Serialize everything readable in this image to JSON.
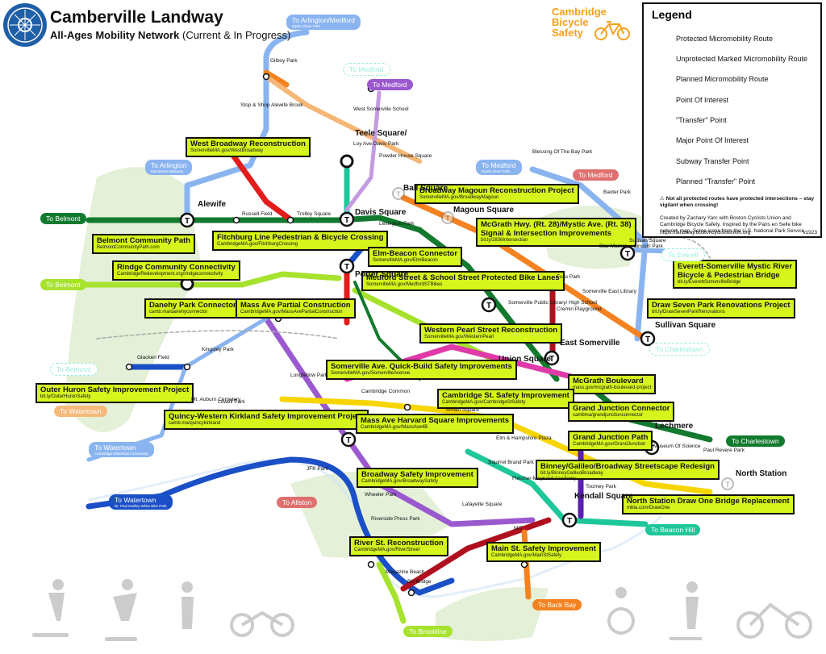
{
  "title": "Camberville Landway",
  "subtitle_bold": "All-Ages Mobility Network",
  "subtitle_rest": "(Current & In Progress)",
  "brand": [
    "Cambridge",
    "Bicycle",
    "Safety"
  ],
  "legend": {
    "title": "Legend",
    "items": [
      {
        "label": "Protected Micromobility Route",
        "symbol": "protected-route"
      },
      {
        "label": "Unprotected Marked Micromobility Route",
        "symbol": "unprotected-route"
      },
      {
        "label": "Planned Micromobility Route",
        "symbol": "planned-route"
      },
      {
        "label": "Point Of Interest",
        "symbol": "poi-dot"
      },
      {
        "label": "\"Transfer\" Point",
        "symbol": "transfer-dot"
      },
      {
        "label": "Major Point Of Interest",
        "symbol": "major-poi"
      },
      {
        "label": "Subway Transfer Point",
        "symbol": "subway-transfer"
      },
      {
        "label": "Planned \"Transfer\" Point",
        "symbol": "planned-transfer"
      }
    ],
    "warning": "Not all protected routes have protected intersections – stay vigilant when crossing!",
    "credits": "Created by Zachary Yarc with Boston Cyclists Union and Cambridge Bicycle Safety. Inspired by the Paris en Selle bike network map. Some icons from the U.S. National Park Service.",
    "url": "https://landway.bostoncyclistsunion.org",
    "version": "v1923"
  },
  "colors": {
    "red": "#e31c1c",
    "orange": "#f58220",
    "green": "#127a2e",
    "lime": "#a6e22e",
    "blue": "#1a4fc7",
    "lightblue": "#8ab4f0",
    "purple": "#9b59d0",
    "teal": "#1ec79a",
    "yellow": "#f7d500",
    "magenta": "#e03aa8",
    "darkred": "#b00f1e",
    "brown": "#8b5a2b",
    "gray": "#999999",
    "parkgreen": "#e4f0d7",
    "highlight": "#d6f51c"
  },
  "callouts": [
    {
      "title": "West Broadway Reconstruction",
      "url": "SomervilleMA.gov/WestBroadway"
    },
    {
      "title": "Broadway Magoun Reconstruction Project",
      "url": "SomervilleMA.gov/BroadwayMagoun"
    },
    {
      "title": "McGrath Hwy. (Rt. 28)/Mystic Ave. (Rt. 38)",
      "title2": "Signal & Intersection Improvements",
      "url": "bit.ly/2836Intersection"
    },
    {
      "title": "Belmont Community Path",
      "url": "BelmontCommunityPath.com"
    },
    {
      "title": "Fitchburg Line Pedestrian & Bicycle Crossing",
      "url": "CambridgeMA.gov/FitchburgCrossing"
    },
    {
      "title": "Elm-Beacon Connector",
      "url": "SomervilleMA.gov/ElmBeacon"
    },
    {
      "title": "Rindge Community Connectivity",
      "url": "CambridgeRedevelopment.org/rindgeconnectivity"
    },
    {
      "title": "Medford Street & School Street Protected Bike Lanes",
      "url": "SomervilleMA.gov/MedfordSTBikes"
    },
    {
      "title": "Everett-Somerville Mystic River",
      "title2": "Bicycle & Pedestrian Bridge",
      "url": "bit.ly/EverettSomervilleBridge"
    },
    {
      "title": "Danehy Park Connector",
      "url": "camb.ma/danehyconnector"
    },
    {
      "title": "Mass Ave Partial Construction",
      "url": "CambridgeMA.gov/MassAvePartialConstruction"
    },
    {
      "title": "Draw Seven Park Renovations Project",
      "url": "bit.ly/DrawSevenParkRenovations"
    },
    {
      "title": "Western Pearl Street Reconstruction",
      "url": "SomervilleMA.gov/WesternPearl"
    },
    {
      "title": "Somerville Ave. Quick-Build Safety Improvements",
      "url": "SomervilleMA.gov/SomervilleAvenue"
    },
    {
      "title": "McGrath Boulevard",
      "url": "mass.gov/mcgrath-boulevard-project"
    },
    {
      "title": "Outer Huron Safety Improvement Project",
      "url": "bit.ly/OuterHuronSafety"
    },
    {
      "title": "Cambridge St. Safety Improvement",
      "url": "CambridgeMA.gov/CambridgeStSafety"
    },
    {
      "title": "Grand Junction Connector",
      "url": "cambma/grandjunctionconnector"
    },
    {
      "title": "Quincy-Western Kirkland Safety Improvement Project",
      "url": "camb.ma/quincykirkland"
    },
    {
      "title": "Mass Ave Harvard Square Improvements",
      "url": "CambridgeMA.gov/MassAve4B"
    },
    {
      "title": "Grand Junction Path",
      "url": "CambridgeMA.gov/GrandJunction"
    },
    {
      "title": "Binney/Galileo/Broadway Streetscape Redesign",
      "url": "bit.ly/BinneyGalileoBroadway"
    },
    {
      "title": "Broadway Safety Improvement",
      "url": "CambridgeMA.gov/BroadwaySafety"
    },
    {
      "title": "North Station Draw One Bridge Replacement",
      "url": "mbta.com/DrawOne"
    },
    {
      "title": "River St. Reconstruction",
      "url": "CambridgeMA.gov/RiverStreet"
    },
    {
      "title": "Main St. Safety Improvement",
      "url": "CambridgeMA.gov/MainStSafety"
    }
  ],
  "destinations": [
    {
      "label": "To Arlington/Medford",
      "sub": "Mystic River Path",
      "color": "#8ab4f0"
    },
    {
      "label": "To Medford",
      "sub": "",
      "color": "dashed"
    },
    {
      "label": "To Medford",
      "sub": "",
      "color": "#9b59d0"
    },
    {
      "label": "To Arlington",
      "sub": "Minuteman Bikeway",
      "color": "#8ab4f0"
    },
    {
      "label": "To Medford",
      "sub": "Mystic River Path",
      "color": "#8ab4f0"
    },
    {
      "label": "To Medford",
      "sub": "",
      "color": "#e07070"
    },
    {
      "label": "To Belmont",
      "sub": "",
      "color": "#127a2e"
    },
    {
      "label": "To Belmont",
      "sub": "",
      "color": "#a6e22e"
    },
    {
      "label": "To Everett",
      "sub": "",
      "color": "dashed"
    },
    {
      "label": "To Belmont",
      "sub": "",
      "color": "dashed"
    },
    {
      "label": "To Charlestown",
      "sub": "",
      "color": "dashed"
    },
    {
      "label": "To Watertown",
      "sub": "",
      "color": "#f5b97a"
    },
    {
      "label": "To Watertown",
      "sub": "Cambridge-Watertown Greenway",
      "color": "#8ab4f0"
    },
    {
      "label": "To Watertown",
      "sub": "Dr. Paul Dudley White Bike Path",
      "color": "#1a4fc7"
    },
    {
      "label": "To Charlestown",
      "sub": "",
      "color": "#127a2e"
    },
    {
      "label": "To Allston",
      "sub": "",
      "color": "#e07070"
    },
    {
      "label": "To Beacon Hill",
      "sub": "",
      "color": "#1ec79a"
    },
    {
      "label": "To Back Bay",
      "sub": "",
      "color": "#f58220"
    },
    {
      "label": "To Brookline",
      "sub": "",
      "color": "#a6e22e"
    }
  ],
  "stations": {
    "major": [
      "Alewife",
      "Davis Square",
      "Teele Square/",
      "Porter Square",
      "Union Square",
      "East Somerville",
      "Sullivan Square",
      "Lechmere",
      "Kendall Square",
      "Ball Square",
      "Magoun Square",
      "North Station"
    ],
    "minor": [
      "Gilboy Park",
      "Stop & Shop Alewife Brook",
      "Russell Field",
      "Trolley Square",
      "Lexington Park",
      "West Somerville School",
      "Powder House Square",
      "Blessing Of The Bay Park",
      "Baxter Park",
      "Foss Park",
      "Cremin Playground",
      "Somerville East Library",
      "Glacken Field",
      "Kingsley Park",
      "Mt. Auburn Cemetery",
      "Lowell Park",
      "Longfellow Park",
      "Cambridge Common",
      "JFK Park",
      "Riverside Press Park",
      "Magazine Beach",
      "BU Bridge",
      "Lafayette Square",
      "Wheeler Park",
      "Fletcher-Maynard Academy",
      "Inman Square",
      "Squirrel Brand Park",
      "Elm & Hampshire Plaza",
      "MIT",
      "Museum Of Science",
      "Paul Revere Park",
      "Toomey Park",
      "Star Market",
      "Lincoln Park",
      "Sullivan Square"
    ],
    "line_labels": [
      "Loy Ave Davis Park",
      "Somerville Public Library/ High School"
    ]
  }
}
